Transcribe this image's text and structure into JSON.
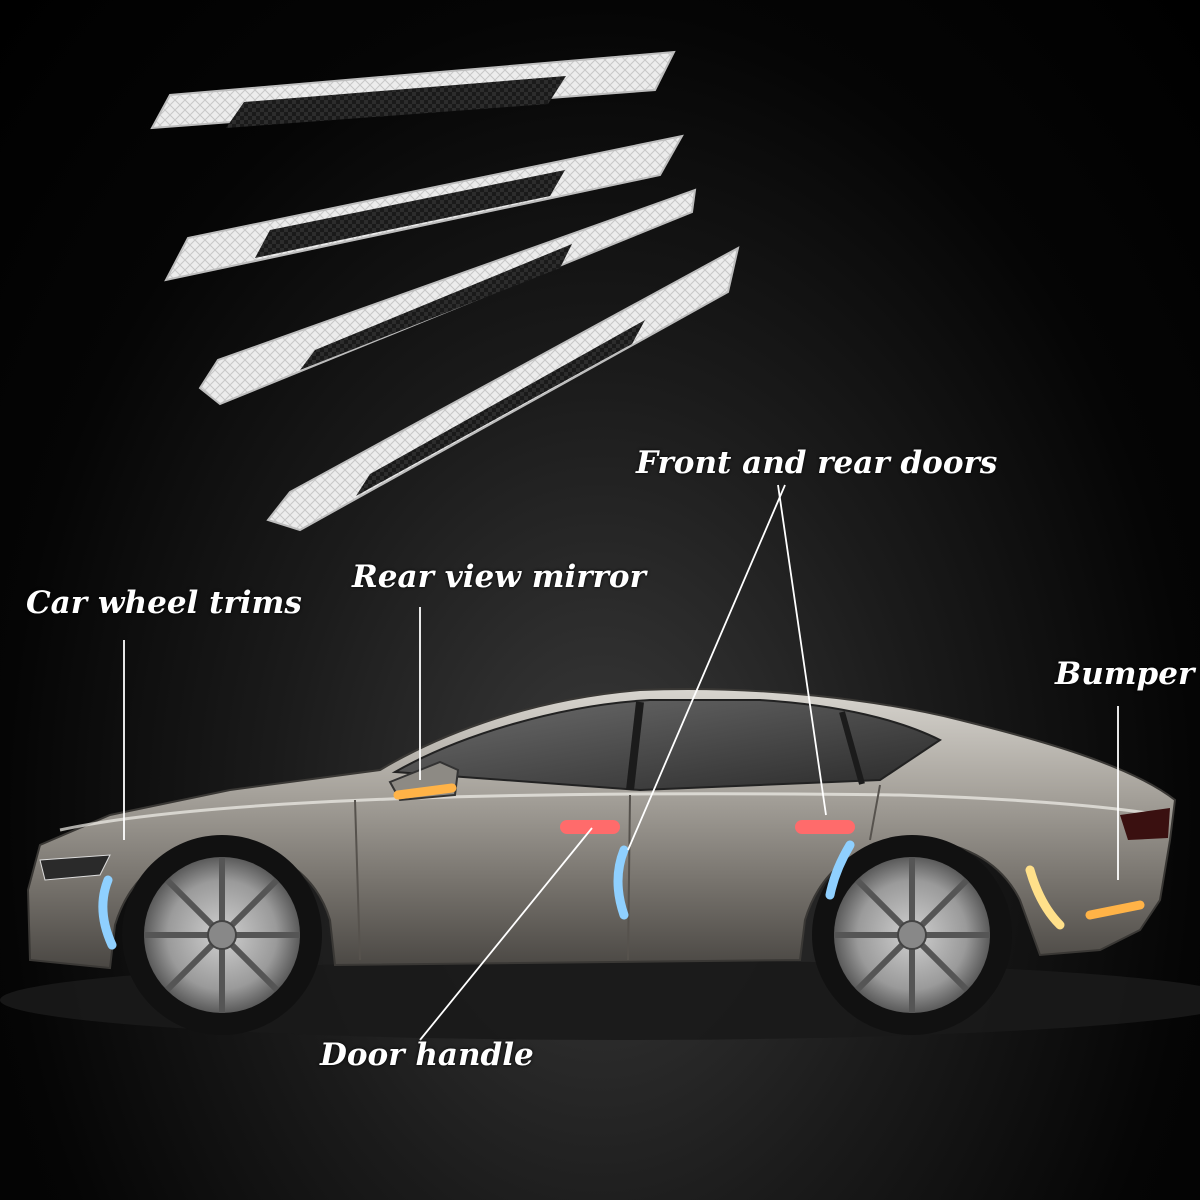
{
  "labels": {
    "wheel_trims": "Car wheel trims",
    "rear_view_mirror": "Rear view mirror",
    "front_rear_doors": "Front and rear doors",
    "bumper": "Bumper",
    "door_handle": "Door handle"
  },
  "colors": {
    "background": "#000000",
    "car_body": "#9a9690",
    "strip_white": "#e8e8e8",
    "strip_carbon": "#1a1a1a",
    "reflector_blue": "#8fd0ff",
    "reflector_red": "#ff6b6b",
    "reflector_amber": "#ffb347",
    "pointer_line": "#ffffff"
  }
}
